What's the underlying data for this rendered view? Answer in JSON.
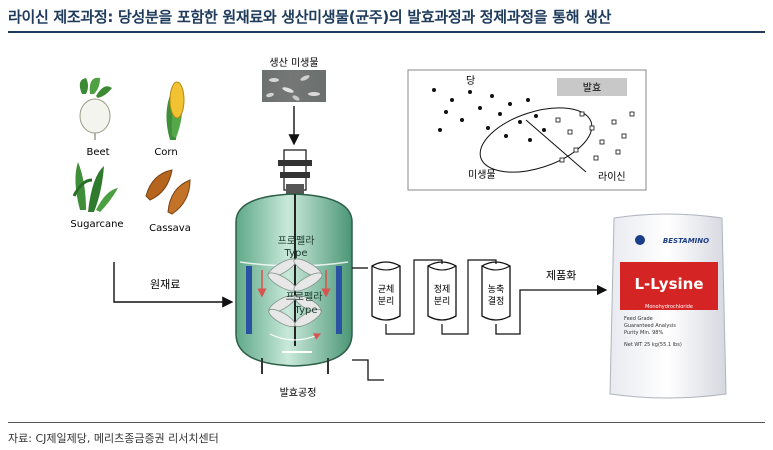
{
  "title": "라이신 제조과정: 당성분을 포함한 원재료와 생산미생물(균주)의 발효과정과 정제과정을 통해 생산",
  "source": "자료: CJ제일제당, 메리츠종금증권 리서치센터",
  "raw_materials": {
    "beet": "Beet",
    "corn": "Corn",
    "sugarcane": "Sugarcane",
    "cassava": "Cassava",
    "arrow_label": "원재료"
  },
  "microbe_label": "생산 미생물",
  "fermentation": {
    "propeller_top": "프로펠라",
    "type_top": "Type",
    "propeller_bottom": "프로펠라",
    "type_bottom": "Type",
    "process_label": "발효공정"
  },
  "inset": {
    "sugar": "당",
    "fermentation": "발효",
    "microbe": "미생물",
    "lysine": "라이신"
  },
  "tanks": {
    "t1_line1": "균체",
    "t1_line2": "분리",
    "t2_line1": "정제",
    "t2_line2": "분리",
    "t3_line1": "농축",
    "t3_line2": "결정"
  },
  "product_label": "제품화",
  "bag": {
    "brand": "BESTAMINO",
    "product": "L-Lysine",
    "sub": "Monohydrochloride",
    "line1": "Feed Grade",
    "line2": "Guaranteed Analysis",
    "line3": "Purity Min. 98%",
    "weight": "Net WT 25 kg(55.1 lbs)"
  }
}
